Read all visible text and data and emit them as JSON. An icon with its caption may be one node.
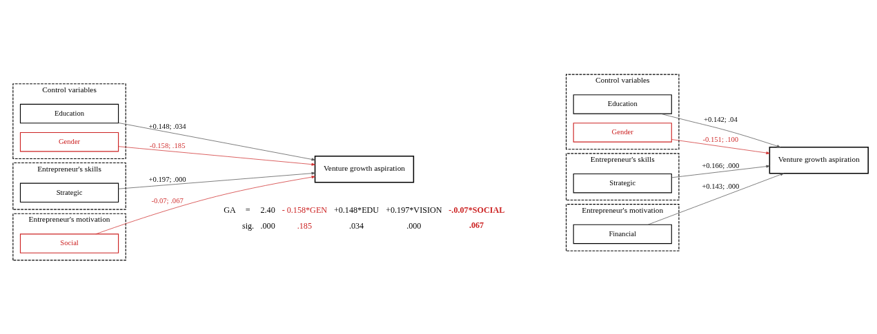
{
  "diagram": {
    "nodes": [
      {
        "text": [
          "Control variables"
        ]
      },
      {
        "text": [
          "Education"
        ],
        "in": 0
      },
      {
        "text": [
          "Gender"
        ],
        "in": 0
      },
      {
        "text": [
          "Entrepreneur's skills"
        ]
      },
      {
        "text": [
          "Strategic"
        ],
        "in": 3
      },
      {
        "text": [
          "Entrepreneur's motivation"
        ]
      },
      {
        "text": [
          "Social"
        ],
        "in": 5
      },
      {
        "text": [
          "Venture growth aspiration"
        ]
      },
      {
        "text": [
          "Control variables"
        ]
      },
      {
        "text": [
          "Education"
        ],
        "in": 8
      },
      {
        "text": [
          "Gender"
        ],
        "in": 8
      },
      {
        "text": [
          "Entrepreneur's skills"
        ]
      },
      {
        "text": [
          "Strategic"
        ],
        "in": 11
      },
      {
        "text": [
          "Entrepreneur's motivation"
        ]
      },
      {
        "text": [
          "Financial"
        ],
        "in": 13
      },
      {
        "text": [
          "Venture growth aspiration"
        ]
      }
    ],
    "edges": [
      {
        "from": 1,
        "to": 7,
        "arrow": "to",
        "label": "+0.148; .034"
      },
      {
        "from": 2,
        "to": 7,
        "arrow": "to",
        "label": "-0.158; .185",
        "color": "#d03030"
      },
      {
        "from": 4,
        "to": 7,
        "arrow": "to",
        "label": "+0.197; .000"
      },
      {
        "from": 6,
        "to": 7,
        "arrow": "to",
        "label": "-0.07; .067",
        "color": "#d03030"
      },
      {
        "from": 9,
        "to": 15,
        "arrow": "to",
        "label": "+0.142; .04"
      },
      {
        "from": 10,
        "to": 15,
        "arrow": "to",
        "label": "-0.151; .100",
        "color": "#d03030"
      },
      {
        "from": 12,
        "to": 15,
        "arrow": "to",
        "label": "+0.166; .000"
      },
      {
        "from": 14,
        "to": 15,
        "arrow": "to",
        "label": "+0.143; .000"
      }
    ],
    "labels": [
      "GA",
      "=",
      "2.40",
      "- 0.158*GEN",
      "+0.148*EDU",
      "+0.197*VISION",
      "-.0.07*SOCIAL",
      "sig.",
      ".000",
      ".185",
      ".034",
      ".000",
      ".067"
    ]
  }
}
